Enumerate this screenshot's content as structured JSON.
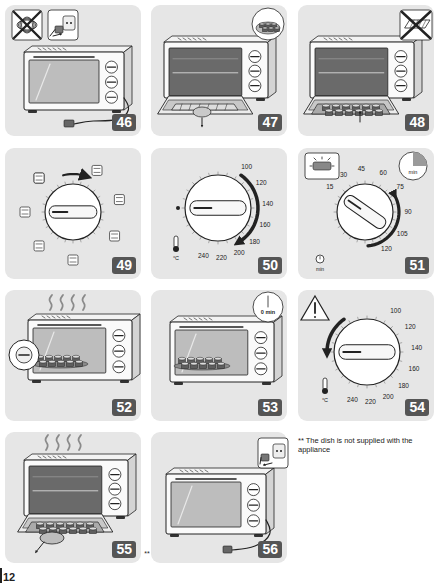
{
  "diagram": {
    "nodes": [
      {
        "text": [
          "46"
        ]
      },
      {
        "text": [
          "47"
        ]
      },
      {
        "text": [
          "48"
        ]
      },
      {
        "text": [
          "49"
        ]
      },
      {
        "text": [
          "50"
        ]
      },
      {
        "text": [
          "51"
        ]
      },
      {
        "text": [
          "52"
        ]
      },
      {
        "text": [
          "53"
        ]
      },
      {
        "text": [
          "54"
        ]
      },
      {
        "text": [
          "55"
        ]
      },
      {
        "text": [
          "56"
        ]
      }
    ],
    "labels": [
      "100",
      "120",
      "140",
      "160",
      "180",
      "200",
      "220",
      "240",
      "°C",
      "15",
      "30",
      "45",
      "60",
      "75",
      "90",
      "105",
      "120",
      "min",
      "min",
      "0 min",
      "100",
      "120",
      "140",
      "160",
      "180",
      "200",
      "220",
      "240",
      "°C",
      "**",
      "** The dish is not supplied with the appliance",
      "12"
    ]
  }
}
